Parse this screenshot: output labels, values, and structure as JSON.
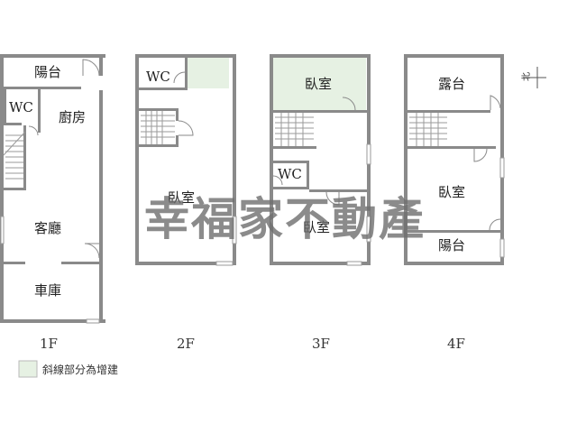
{
  "floors": [
    {
      "label": "1F",
      "rooms": [
        "陽台",
        "WC",
        "廚房",
        "客廳",
        "車庫"
      ]
    },
    {
      "label": "2F",
      "rooms": [
        "WC",
        "臥室"
      ]
    },
    {
      "label": "3F",
      "rooms": [
        "臥室",
        "WC",
        "臥室"
      ]
    },
    {
      "label": "4F",
      "rooms": [
        "露台",
        "臥室",
        "陽台"
      ]
    }
  ],
  "legend": {
    "text": "斜線部分為增建",
    "swatch_color": "#e6f1e3"
  },
  "compass": {
    "label": "北"
  },
  "watermark": "幸福家不動產",
  "colors": {
    "wall": "#8a8a8a",
    "addition": "#e6f1e3",
    "watermark": "#6e6e6e"
  }
}
